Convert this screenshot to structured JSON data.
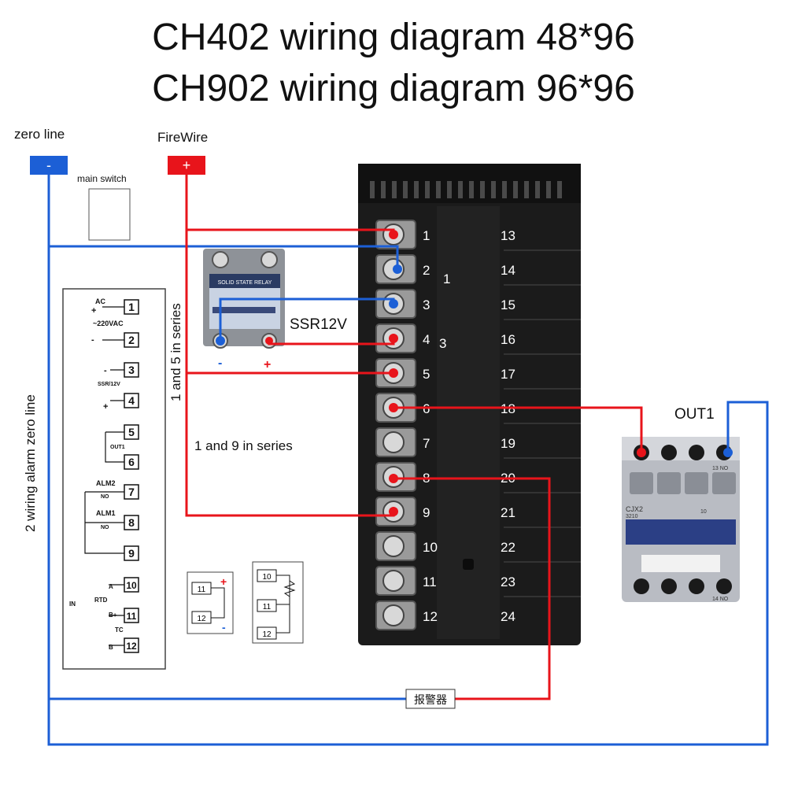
{
  "title_line1": "CH402 wiring diagram 48*96",
  "title_line2": "CH902 wiring diagram 96*96",
  "labels": {
    "zero_line": "zero line",
    "firewire": "FireWire",
    "minus": "-",
    "plus": "+",
    "main_switch": "main switch",
    "series_1_5": "1 and 5 in series",
    "series_1_9": "1 and 9 in series",
    "alarm_zero_line": "2 wiring alarm zero line",
    "ssr_label": "SSR12V",
    "ssr_minus": "-",
    "ssr_plus": "+",
    "ssr_brand": "SOLID STATE RELAY",
    "out1": "OUT1",
    "alarm_box": "报警器",
    "contactor_model": "CJX2",
    "contactor_number": "3210",
    "contactor_ten": "10",
    "contactor_no_top": "13 NO",
    "contactor_no_bottom": "14 NO",
    "group_1": "1",
    "group_3": "3"
  },
  "terminals_left": [
    "1",
    "2",
    "3",
    "4",
    "5",
    "6",
    "7",
    "8",
    "9",
    "10",
    "11",
    "12"
  ],
  "terminals_right": [
    "13",
    "14",
    "15",
    "16",
    "17",
    "18",
    "19",
    "20",
    "21",
    "22",
    "23",
    "24"
  ],
  "legend": {
    "ac": "AC",
    "vac": "~220VAC",
    "ssr": "SSR/12V",
    "out1": "OUT1",
    "alm2": "ALM2",
    "alm1": "ALM1",
    "no": "NO",
    "rtd": "RTD",
    "tc": "TC",
    "a": "A",
    "b": "B",
    "bplus": "B+",
    "in": "IN",
    "n1": "1",
    "n2": "2",
    "n3": "3",
    "n4": "4",
    "n5": "5",
    "n6": "6",
    "n7": "7",
    "n8": "8",
    "n9": "9",
    "n10": "10",
    "n11": "11",
    "n12": "12",
    "plus": "+",
    "minus": "-"
  },
  "small_box_1": {
    "t11": "11",
    "t12": "12",
    "plus": "+",
    "minus": "-"
  },
  "small_box_2": {
    "t10": "10",
    "t11": "11",
    "t12": "12"
  },
  "colors": {
    "red_wire": "#e8141b",
    "blue_wire": "#1c5fd6",
    "controller_body": "#1a1a1a",
    "contactor_body": "#b9bcc3"
  }
}
